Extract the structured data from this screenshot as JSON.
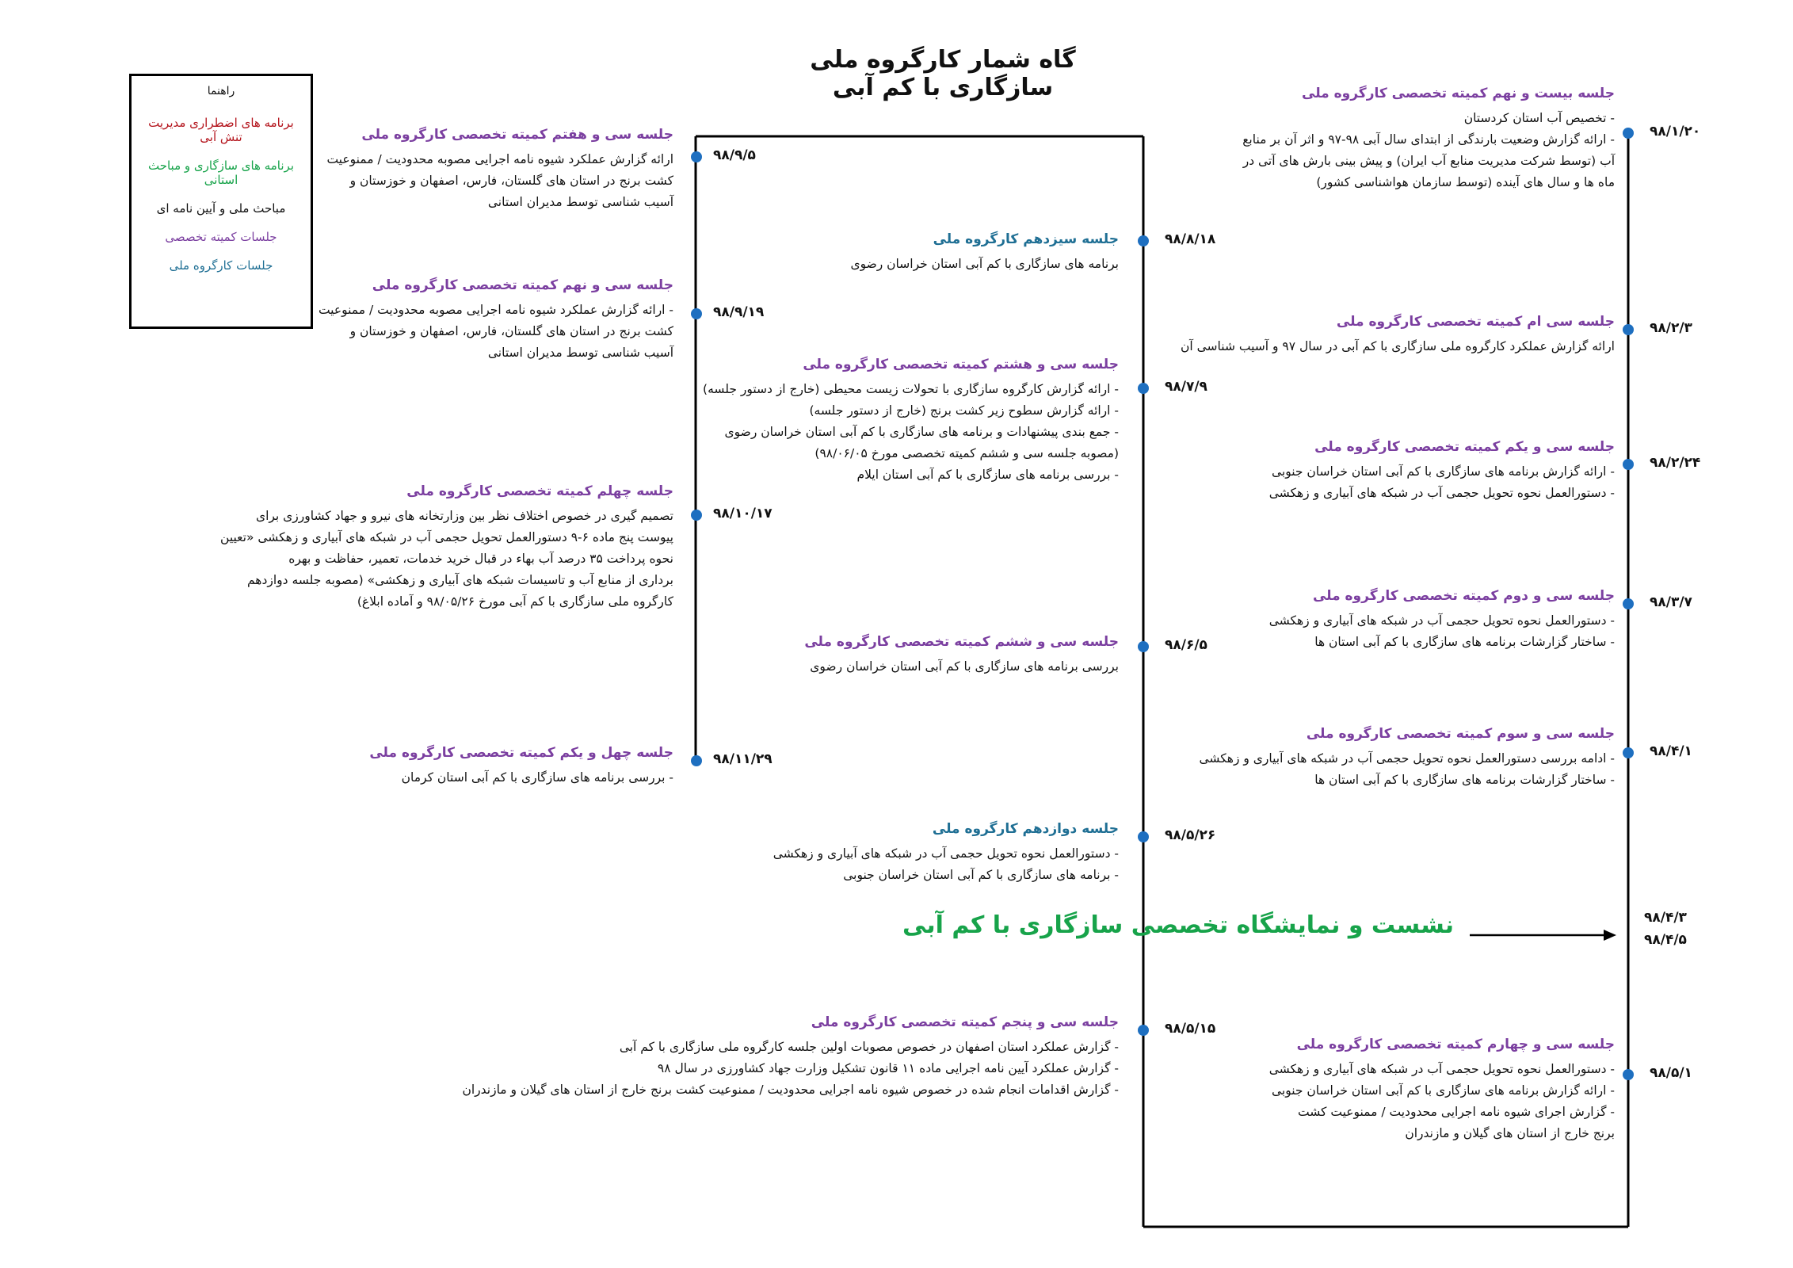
{
  "title": "گاه شمار کارگروه ملی سازگاری با کم آبی",
  "colors": {
    "purple": "#7b3fa0",
    "teal": "#1f6f94",
    "green": "#17a34a",
    "red": "#b4141c",
    "dot": "#1e6fc0"
  },
  "legend": {
    "title": "راهنما",
    "items": [
      {
        "label": "برنامه های اضطراری مدیریت تنش آبی",
        "color": "#b4141c"
      },
      {
        "label": "برنامه های سازگاری و مباحث استانی",
        "color": "#17a34a"
      },
      {
        "label": "مباحث ملی و آیین نامه ای",
        "color": "#111111"
      },
      {
        "label": "جلسات کمیته تخصصی",
        "color": "#7b3fa0"
      },
      {
        "label": "جلسات کارگروه ملی",
        "color": "#1f6f94"
      }
    ]
  },
  "event": {
    "label": "نشست و نمایشگاه تخصصی سازگاری با کم آبی",
    "date1": "۹۸/۴/۳",
    "date2": "۹۸/۴/۵"
  },
  "right_column": [
    {
      "date": "۹۸/۱/۲۰",
      "heading": "جلسه بیست و نهم کمیته تخصصی کارگروه ملی",
      "lines": [
        "- تخصیص آب استان کردستان",
        "- ارائه گزارش وضعیت بارندگی از ابتدای سال آبی ۹۸-۹۷ و اثر آن بر منابع",
        "آب (توسط شرکت مدیریت منابع آب ایران) و پیش بینی بارش های آتی در",
        "ماه ها و سال های آینده (توسط سازمان هواشناسی کشور)"
      ]
    },
    {
      "date": "۹۸/۲/۳",
      "heading": "جلسه سی ام کمیته تخصصی کارگروه ملی",
      "lines": [
        "ارائه گزارش عملکرد کارگروه ملی سازگاری با کم آبی در سال ۹۷ و آسیب شناسی آن"
      ]
    },
    {
      "date": "۹۸/۲/۲۴",
      "heading": "جلسه سی و یکم کمیته تخصصی کارگروه ملی",
      "lines": [
        "- ارائه گزارش برنامه های سازگاری با کم آبی استان خراسان جنوبی",
        "- دستورالعمل نحوه تحویل حجمی آب در شبکه های آبیاری و زهکشی"
      ]
    },
    {
      "date": "۹۸/۳/۷",
      "heading": "جلسه سی و دوم کمیته تخصصی کارگروه ملی",
      "lines": [
        "- دستورالعمل نحوه تحویل حجمی آب در شبکه های آبیاری و زهکشی",
        "- ساختار گزارشات برنامه های سازگاری با کم آبی استان ها"
      ]
    },
    {
      "date": "۹۸/۴/۱",
      "heading": "جلسه سی و سوم کمیته تخصصی کارگروه ملی",
      "lines": [
        "- ادامه بررسی دستورالعمل نحوه تحویل حجمی آب در شبکه های آبیاری و زهکشی",
        "- ساختار گزارشات برنامه های سازگاری با کم آبی استان ها"
      ]
    },
    {
      "date": "۹۸/۵/۱",
      "heading": "جلسه سی و چهارم کمیته تخصصی کارگروه ملی",
      "lines": [
        "- دستورالعمل نحوه تحویل حجمی آب در شبکه های آبیاری و زهکشی",
        "- ارائه گزارش برنامه های سازگاری با کم آبی استان خراسان جنوبی",
        "- گزارش اجرای شیوه نامه اجرایی محدودیت / ممنوعیت کشت",
        "برنج خارج از استان های گیلان و مازندران"
      ]
    }
  ],
  "middle_column": [
    {
      "date": "۹۸/۸/۱۸",
      "heading": "جلسه سیزدهم کارگروه ملی",
      "lines": [
        "برنامه های سازگاری با کم آبی استان خراسان رضوی"
      ]
    },
    {
      "date": "۹۸/۷/۹",
      "heading": "جلسه سی و هشتم کمیته تخصصی کارگروه ملی",
      "lines": [
        "- ارائه گزارش کارگروه سازگاری با تحولات زیست محیطی (خارج از دستور جلسه)",
        "- ارائه گزارش سطوح زیر کشت برنج (خارج از دستور جلسه)",
        "- جمع بندی پیشنهادات و برنامه های سازگاری با کم آبی استان خراسان رضوی",
        "(مصوبه جلسه سی و ششم کمیته تخصصی مورخ ۹۸/۰۶/۰۵)",
        "- بررسی برنامه های سازگاری با کم آبی استان ایلام"
      ]
    },
    {
      "date": "۹۸/۶/۵",
      "heading": "جلسه سی و ششم کمیته تخصصی کارگروه ملی",
      "lines": [
        "بررسی برنامه های سازگاری با کم آبی استان خراسان رضوی"
      ]
    },
    {
      "date": "۹۸/۵/۲۶",
      "heading": "جلسه دوازدهم کارگروه ملی",
      "lines": [
        "- دستورالعمل نحوه تحویل حجمی آب در شبکه های آبیاری و زهکشی",
        "- برنامه های سازگاری با کم آبی استان خراسان جنوبی"
      ]
    },
    {
      "date": "۹۸/۵/۱۵",
      "heading": "جلسه سی و پنجم کمیته تخصصی کارگروه ملی",
      "lines": [
        "- گزارش عملکرد استان اصفهان در خصوص مصوبات اولین جلسه کارگروه ملی سازگاری با کم آبی",
        "- گزارش عملکرد آیین نامه اجرایی ماده ۱۱ قانون تشکیل وزارت جهاد کشاورزی در سال ۹۸",
        "- گزارش اقدامات انجام شده در خصوص شیوه نامه اجرایی محدودیت / ممنوعیت کشت برنج خارج از استان های گیلان و مازندران"
      ]
    }
  ],
  "left_column": [
    {
      "date": "۹۸/۹/۵",
      "heading": "جلسه سی و هفتم کمیته تخصصی کارگروه ملی",
      "lines": [
        "ارائه گزارش عملکرد شیوه نامه اجرایی مصوبه محدودیت / ممنوعیت",
        "کشت برنج در استان های گلستان، فارس، اصفهان و خوزستان و",
        "آسیب شناسی توسط مدیران استانی"
      ]
    },
    {
      "date": "۹۸/۹/۱۹",
      "heading": "جلسه سی و نهم کمیته تخصصی کارگروه ملی",
      "lines": [
        "- ارائه گزارش عملکرد شیوه نامه اجرایی مصوبه محدودیت / ممنوعیت",
        "کشت برنج در استان های گلستان، فارس، اصفهان و خوزستان و",
        "آسیب شناسی توسط مدیران استانی"
      ]
    },
    {
      "date": "۹۸/۱۰/۱۷",
      "heading": "جلسه چهلم کمیته تخصصی کارگروه ملی",
      "lines": [
        "تصمیم گیری در خصوص اختلاف نظر بین وزارتخانه های نیرو و جهاد کشاورزی برای",
        "پیوست پنج ماده ۶-۹ دستورالعمل تحویل حجمی آب در شبکه های آبیاری و زهکشی «تعیین",
        "نحوه پرداخت ۳۵ درصد آب بهاء در قبال خرید خدمات، تعمیر، حفاظت و بهره",
        "برداری از منابع آب و تاسیسات شبکه های آبیاری و زهکشی» (مصوبه جلسه دوازدهم",
        "کارگروه ملی سازگاری با کم آبی مورخ ۹۸/۰۵/۲۶ و آماده ابلاغ)"
      ]
    },
    {
      "date": "۹۸/۱۱/۲۹",
      "heading": "جلسه چهل و یکم کمیته تخصصی کارگروه ملی",
      "lines": [
        "- بررسی برنامه های سازگاری با کم آبی استان کرمان"
      ]
    }
  ]
}
